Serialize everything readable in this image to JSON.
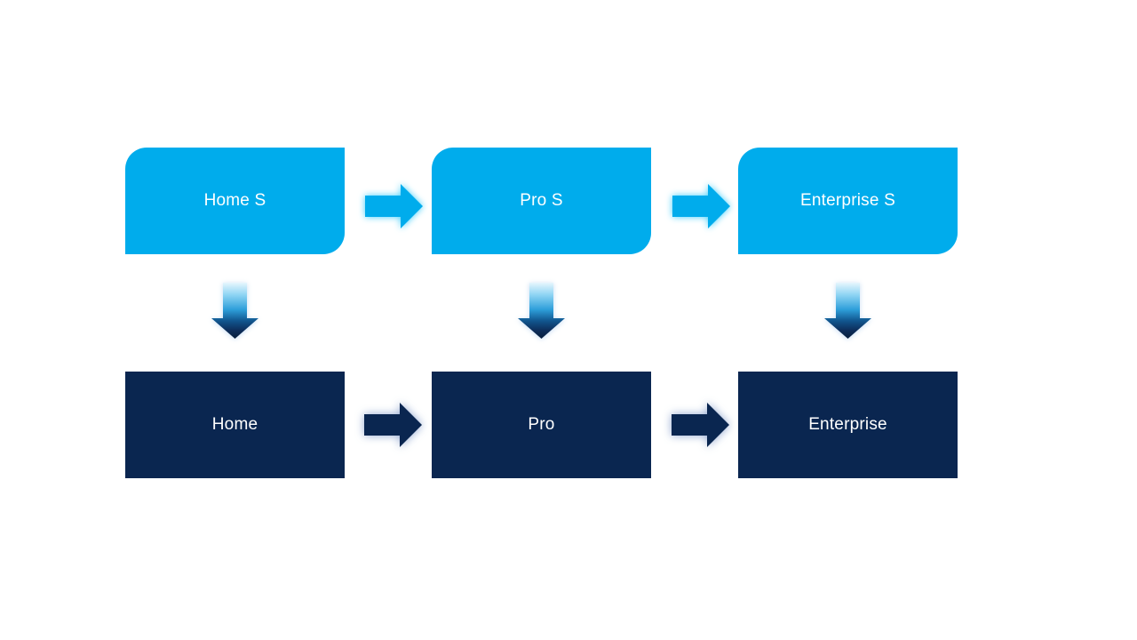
{
  "slide": {
    "background": "#FFFFFF",
    "text_color": "#FFFFFF"
  },
  "colors": {
    "accent_light_blue": "#00ACEC",
    "navy": "#0A2650",
    "top_arrow_glow": "#7FD9F9",
    "bottom_arrow_glow": "#A9B6D9",
    "down_arrow_gradient": {
      "stop0": "#E6F6FD",
      "stop1": "#8ED4F3",
      "stop2": "#2E9FDA",
      "stop3": "#11568F",
      "stop4": "#0D2E5B",
      "stop5": "#081D3C"
    }
  },
  "diagram": {
    "type": "flow",
    "columns": [
      {
        "top_label": "Home S",
        "bottom_label": "Home"
      },
      {
        "top_label": "Pro S",
        "bottom_label": "Pro"
      },
      {
        "top_label": "Enterprise S",
        "bottom_label": "Enterprise"
      }
    ],
    "edges": [
      {
        "from": "Home S",
        "to": "Pro S",
        "direction": "right"
      },
      {
        "from": "Pro S",
        "to": "Enterprise S",
        "direction": "right"
      },
      {
        "from": "Home S",
        "to": "Home",
        "direction": "down"
      },
      {
        "from": "Pro S",
        "to": "Pro",
        "direction": "down"
      },
      {
        "from": "Enterprise S",
        "to": "Enterprise",
        "direction": "down"
      },
      {
        "from": "Home",
        "to": "Pro",
        "direction": "right"
      },
      {
        "from": "Pro",
        "to": "Enterprise",
        "direction": "right"
      }
    ]
  }
}
